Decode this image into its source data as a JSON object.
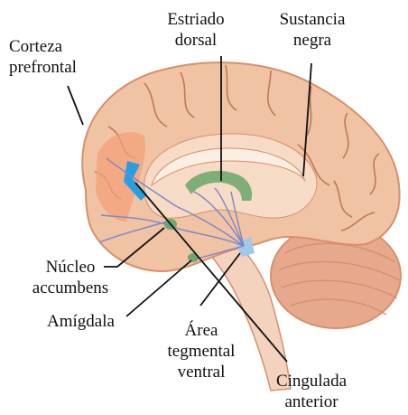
{
  "labels": {
    "prefrontal": "Corteza\nprefrontal",
    "dorsal": "Estriado\ndorsal",
    "nigra": "Sustancia\nnegra",
    "accumbens": "Núcleo\naccumbens",
    "amygdala": "Amígdala",
    "vta": "Área\ntegmental\nventral",
    "cingulate": "Cingulada\nanterior"
  },
  "colors": {
    "cortex": "#efc3a3",
    "cortex_shadow": "#d98f6c",
    "gyri_lines": "#c0785a",
    "prefrontal_highlight": "#f4a07a",
    "striatum": "#7fae78",
    "accumbens": "#6fa86a",
    "cingulate": "#2a9fe0",
    "vta": "#9fc9e6",
    "pathways": "#7a86c8",
    "cerebellum": "#e6a98e",
    "brainstem": "#f3d3bd",
    "leader_lines": "#111111"
  },
  "watermark_icon": "faded-watermark-text"
}
